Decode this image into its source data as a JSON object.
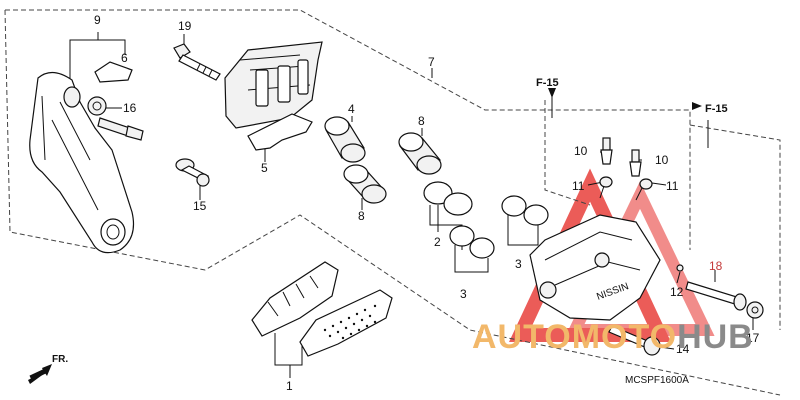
{
  "labels": {
    "p1": "1",
    "p2": "2",
    "p3a": "3",
    "p3b": "3",
    "p4": "4",
    "p5": "5",
    "p6": "6",
    "p7": "7",
    "p8a": "8",
    "p8b": "8",
    "p9": "9",
    "p10a": "10",
    "p10b": "10",
    "p11a": "11",
    "p11b": "11",
    "p12": "12",
    "p14": "14",
    "p15": "15",
    "p16": "16",
    "p17": "17",
    "p18": "18",
    "p19": "19"
  },
  "refs": {
    "f15_left": "F-15",
    "f15_right": "F-15"
  },
  "direction": "FR.",
  "diagram_code": "MCSPF1600A",
  "caliper_brand": "NISSIN",
  "watermark": {
    "part1": "AUTOMOTO",
    "part2": "HUB",
    "color1": "#f2b86a",
    "color2": "#8a8a8a",
    "triangle_color": "#e8403c"
  }
}
